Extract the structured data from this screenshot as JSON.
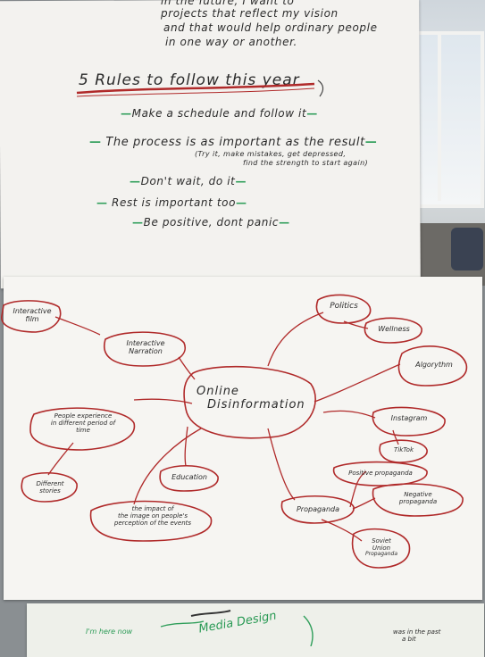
{
  "top_sheet": {
    "intro_lines": [
      "in the future, I want to",
      "projects that reflect my vision",
      "and that would help ordinary people",
      "in one way or another."
    ],
    "rules_title": "5 Rules to follow this year",
    "rules": [
      "Make a schedule and follow it",
      "The process is as important as the result",
      "(Try it, make mistakes, get depressed,",
      "find the strength to start again)",
      "Don't wait, do it",
      "Rest is important too",
      "Be positive, dont panic"
    ]
  },
  "mindmap": {
    "center": [
      "Online",
      "Disinformation"
    ],
    "nodes": {
      "interactive_film": [
        "Interactive",
        "film"
      ],
      "interactive_narration": [
        "Interactive",
        "Narration"
      ],
      "people_experience": [
        "People experience",
        "in different period of",
        "time"
      ],
      "different_stories": [
        "Different",
        "stories"
      ],
      "education": "Education",
      "impact": [
        "the impact of",
        "the image on people's",
        "perception of the events"
      ],
      "politics": "Politics",
      "wellness": "Wellness",
      "algorythm": "Algorythm",
      "instagram": "Instagram",
      "tiktok": "TikTok",
      "positive_propaganda": "Positive propaganda",
      "negative_propaganda": [
        "Negative",
        "propaganda"
      ],
      "propaganda": "Propaganda",
      "soviet_union": [
        "Soviet",
        "Union",
        "Propaganda"
      ]
    }
  },
  "bottom_sheet": {
    "left_note": "I'm here now",
    "center_note": "Media Design",
    "right_note": [
      "was in the past",
      "a bit"
    ]
  },
  "colors": {
    "ink_red": "#b02a2a",
    "ink_green": "#2f9e5a",
    "ink_dark": "#2b2b2b"
  }
}
